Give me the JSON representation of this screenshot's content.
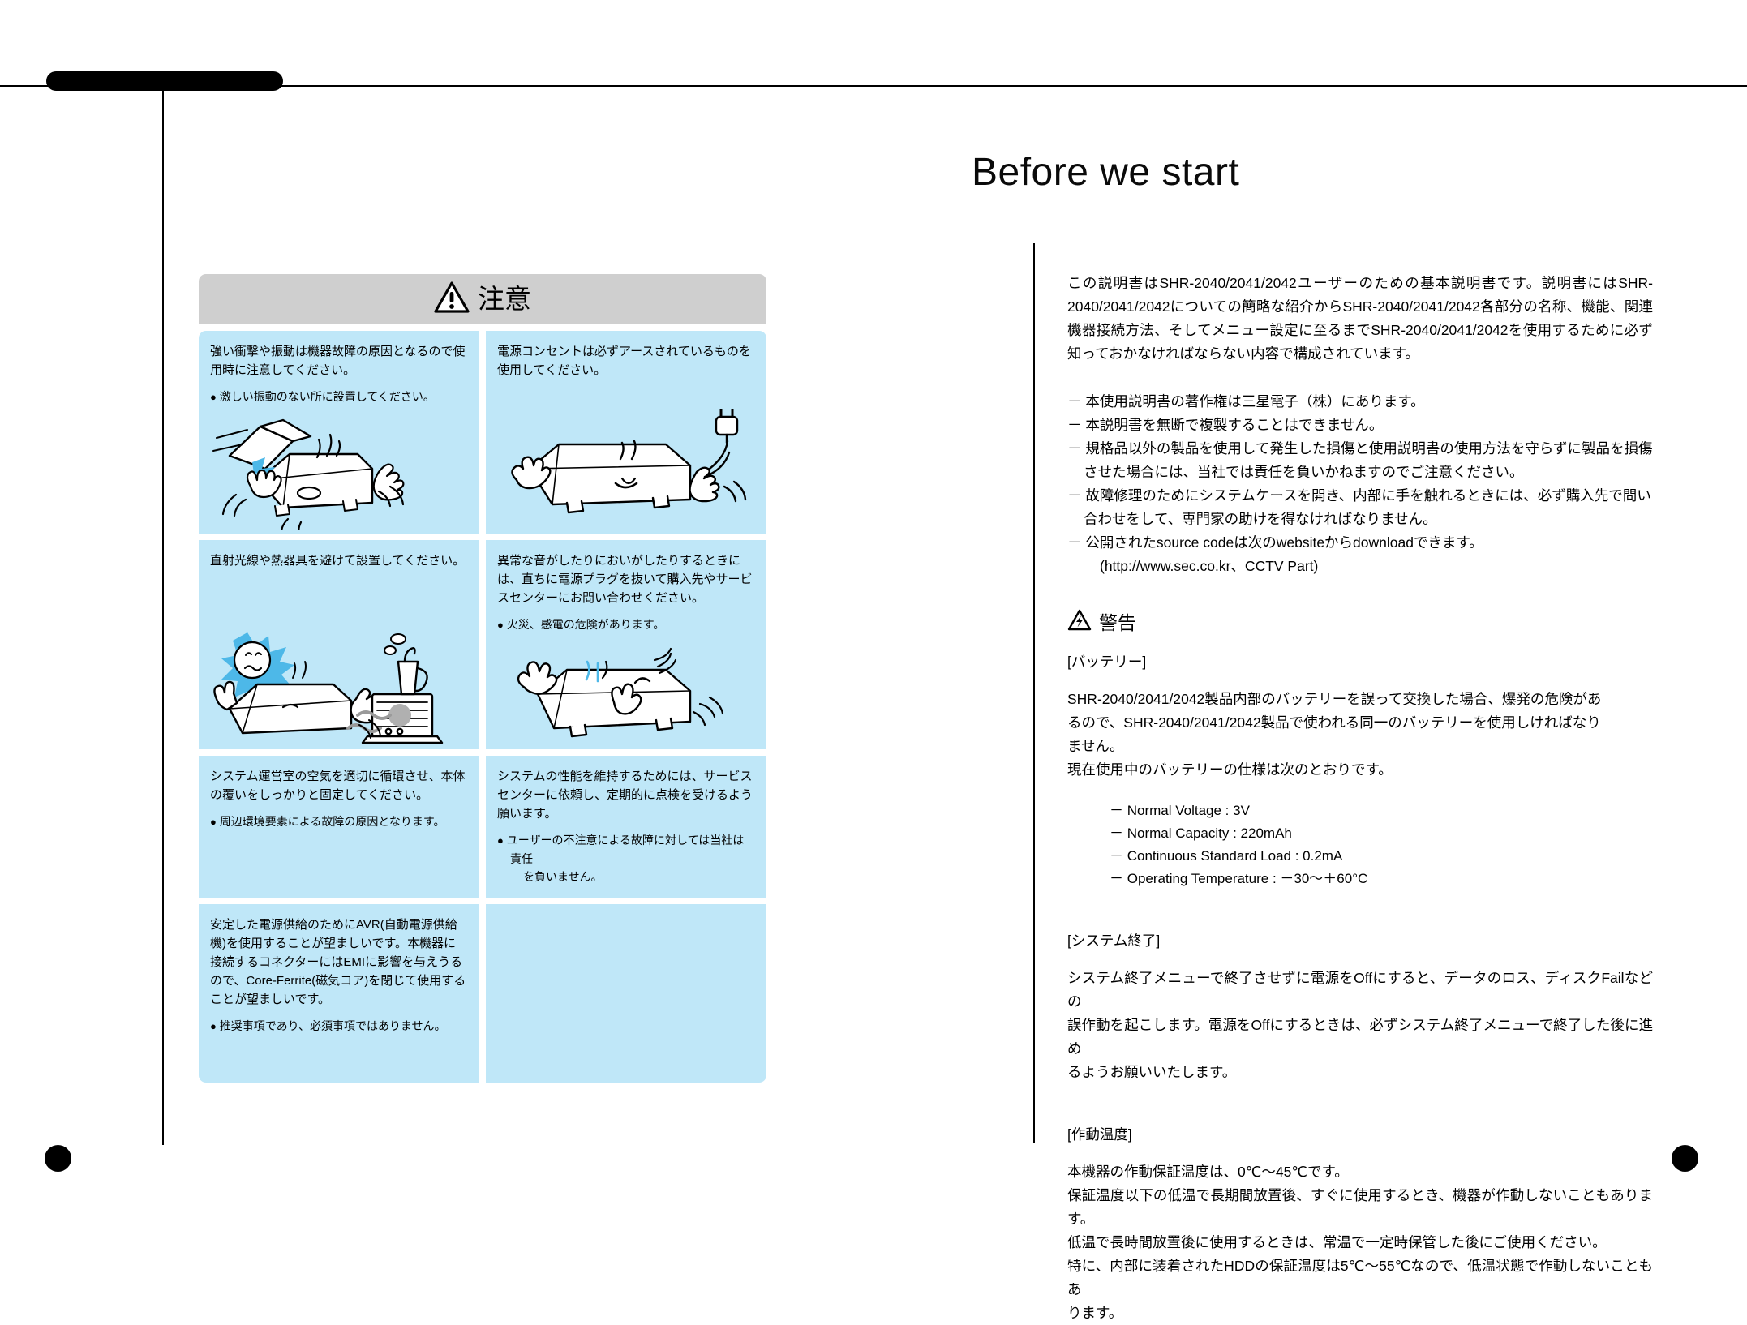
{
  "page": {
    "title": "Before we start",
    "icons": {
      "top_bar": "page-header-bar",
      "corner_dot": "page-corner-dot"
    }
  },
  "intro": {
    "paragraph": "この説明書はSHR-2040/2041/2042ユーザーのための基本説明書です。説明書にはSHR-2040/2041/2042についての簡略な紹介からSHR-2040/2041/2042各部分の名称、機能、関連機器接続方法、そしてメニュー設定に至るまでSHR-2040/2041/2042を使用するために必ず知っておかなければならない内容で構成されています。",
    "notes": [
      "本使用説明書の著作権は三星電子（株）にあります。",
      "本説明書を無断で複製することはできません。",
      "規格品以外の製品を使用して発生した損傷と使用説明書の使用方法を守らずに製品を損傷させた場合には、当社では責任を負いかねますのでご注意ください。",
      "故障修理のためにシステムケースを開き、内部に手を触れるときには、必ず購入先で問い合わせをして、専門家の助けを得なければなりません。",
      "公開されたsource codeは次のwebsiteからdownloadできます。"
    ],
    "note_sub": "(http://www.sec.co.kr、CCTV Part)"
  },
  "warning": {
    "heading": "警告",
    "icon": "electric-shock-warning-icon",
    "battery": {
      "heading": "[バッテリー]",
      "body_lines": [
        "SHR-2040/2041/2042製品内部のバッテリーを誤って交換した場合、爆発の危険があ",
        "るので、SHR-2040/2041/2042製品で使われる同一のバッテリーを使用しければなり",
        "ません。",
        "現在使用中のバッテリーの仕様は次のとおりです。"
      ],
      "specs": [
        "－ Normal Voltage : 3V",
        "－ Normal Capacity : 220mAh",
        "－ Continuous Standard Load : 0.2mA",
        "－ Operating Temperature : －30～＋60°C"
      ]
    },
    "shutdown": {
      "heading": "[システム終了]",
      "body_lines": [
        "システム終了メニューで終了させずに電源をOffにすると、データのロス、ディスクFailなどの",
        "誤作動を起こします。電源をOffにするときは、必ずシステム終了メニューで終了した後に進め",
        "るようお願いいたします。"
      ]
    },
    "temperature": {
      "heading": "[作動温度]",
      "body_lines": [
        "本機器の作動保証温度は、0℃～45℃です。",
        "保証温度以下の低温で長期間放置後、すぐに使用するとき、機器が作動しないこともあります。",
        "低温で長時間放置後に使用するときは、常温で一定時保管した後にご使用ください。",
        "特に、内部に装着されたHDDの保証温度は5℃～55℃なので、低温状態で作動しないこともあ",
        "ります。"
      ]
    }
  },
  "caution": {
    "header_label": "注意",
    "header_icon": "caution-triangle-icon",
    "cells": [
      {
        "title": "強い衝撃や振動は機器故障の原因となるので使用時に注意してください。",
        "bullet": "激しい振動のない所に設置してください。",
        "bullet_sub": "",
        "art": "shaken-device-with-book-icon"
      },
      {
        "title": "電源コンセントは必ずアースされているものを使用してください。",
        "bullet": "",
        "bullet_sub": "",
        "art": "device-with-grounded-plug-icon"
      },
      {
        "title": "直射光線や熱器具を避けて設置してください。",
        "bullet": "",
        "bullet_sub": "",
        "art": "device-near-sun-and-heater-icon"
      },
      {
        "title": "異常な音がしたりにおいがしたりするときには、直ちに電源プラグを抜いて購入先やサービスセンターにお問い合わせください。",
        "bullet": "火災、感電の危険があります。",
        "bullet_sub": "",
        "art": "device-making-strange-noise-icon"
      },
      {
        "title": "システム運営室の空気を適切に循環させ、本体の覆いをしっかりと固定してください。",
        "bullet": "周辺環境要素による故障の原因となります。",
        "bullet_sub": "",
        "art": ""
      },
      {
        "title": "システムの性能を維持するためには、サービスセンターに依頼し、定期的に点検を受けるよう願います。",
        "bullet": "ユーザーの不注意による故障に対しては当社は責任",
        "bullet_sub": "を負いません。",
        "art": ""
      },
      {
        "title": "安定した電源供給のためにAVR(自動電源供給機)を使用することが望ましいです。本機器に接続するコネクターにはEMIに影響を与えうるので、Core-Ferrite(磁気コア)を閉じて使用することが望ましいです。",
        "bullet": "推奨事項であり、必須事項ではありません。",
        "bullet_sub": "",
        "art": ""
      },
      {
        "title": "",
        "bullet": "",
        "bullet_sub": "",
        "art": ""
      }
    ]
  },
  "colors": {
    "cell_bg": "#bfe7f8",
    "header_bg": "#cfcfcf",
    "accent_blue": "#4db8e8",
    "ink": "#000000"
  }
}
